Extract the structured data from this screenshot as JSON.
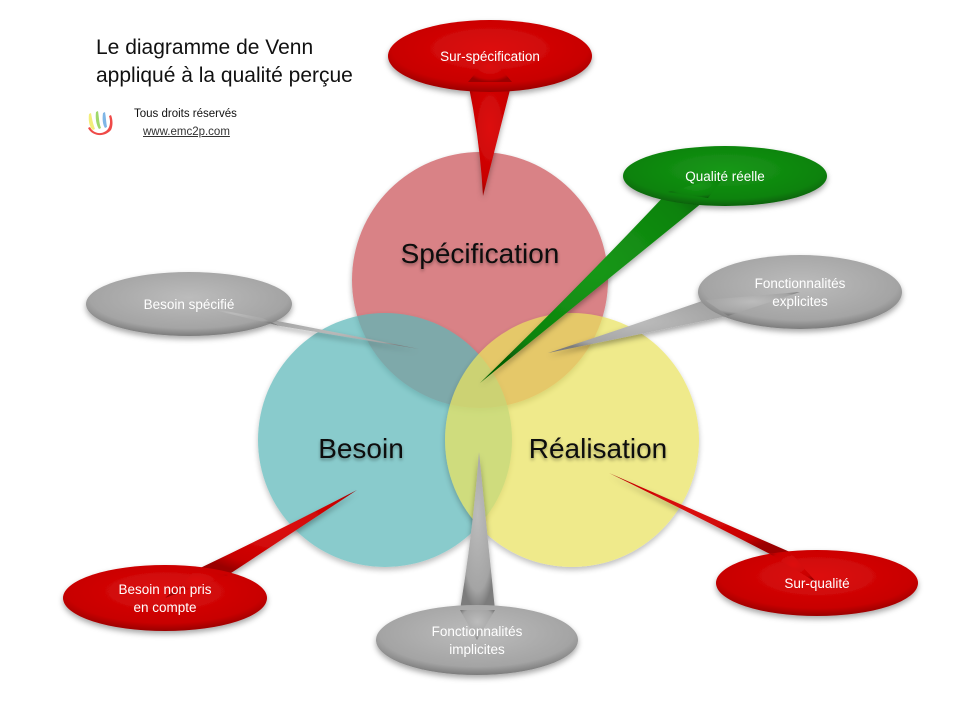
{
  "header": {
    "title_line1": "Le diagramme de Venn",
    "title_line2": "appliqué à la qualité perçue",
    "rights": "Tous droits réservés",
    "website": "www.emc2p.com",
    "logo_icon": "hand-fan-logo-icon"
  },
  "colors": {
    "specification": "#d6787c",
    "besoin": "#6cbfc0",
    "realisation": "#ece470",
    "callout_red": "#cc0000",
    "callout_green": "#0e860e",
    "callout_gray": "#a8a8a8"
  },
  "circles": [
    {
      "id": "specification",
      "label": "Spécification"
    },
    {
      "id": "besoin",
      "label": "Besoin"
    },
    {
      "id": "realisation",
      "label": "Réalisation"
    }
  ],
  "callouts": [
    {
      "id": "sur-specification",
      "lines": [
        "Sur-spécification"
      ],
      "color": "red"
    },
    {
      "id": "qualite-reelle",
      "lines": [
        "Qualité réelle"
      ],
      "color": "green"
    },
    {
      "id": "fonctionnalites-explicites",
      "lines": [
        "Fonctionnalités",
        "explicites"
      ],
      "color": "gray"
    },
    {
      "id": "besoin-specifie",
      "lines": [
        "Besoin spécifié"
      ],
      "color": "gray"
    },
    {
      "id": "besoin-non-pris-en-compte",
      "lines": [
        "Besoin non pris",
        "en compte"
      ],
      "color": "red"
    },
    {
      "id": "fonctionnalites-implicites",
      "lines": [
        "Fonctionnalités",
        "implicites"
      ],
      "color": "gray"
    },
    {
      "id": "sur-qualite",
      "lines": [
        "Sur-qualité"
      ],
      "color": "red"
    }
  ]
}
